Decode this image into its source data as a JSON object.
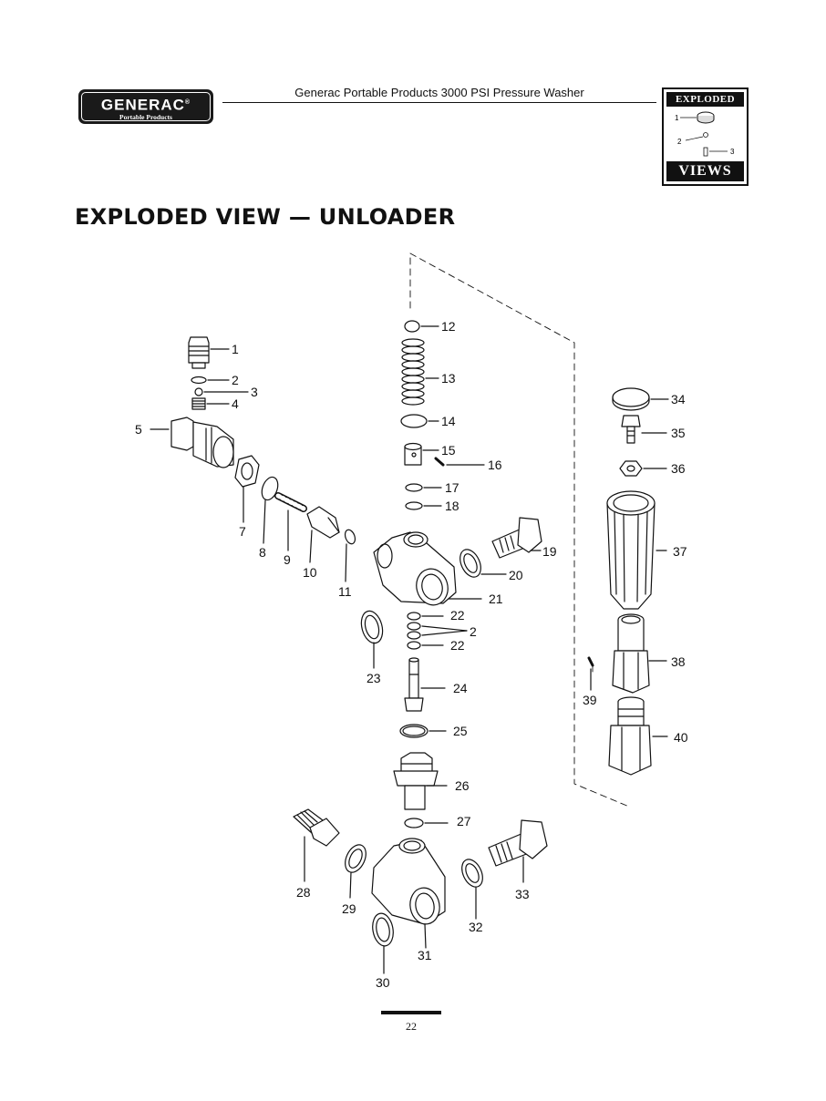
{
  "header": {
    "brand": "GENERAC",
    "brand_mark": "®",
    "brand_tagline": "Portable Products",
    "title": "Generac Portable Products 3000 PSI Pressure Washer"
  },
  "badge": {
    "top_text": "EXPLODED",
    "bottom_text": "VIEWS",
    "callouts": [
      "1",
      "2",
      "3"
    ]
  },
  "page_title": "EXPLODED VIEW — UNLOADER",
  "callouts": {
    "c1": "1",
    "c2": "2",
    "c3": "3",
    "c4": "4",
    "c5": "5",
    "c7": "7",
    "c8": "8",
    "c9": "9",
    "c10": "10",
    "c11": "11",
    "c12": "12",
    "c13": "13",
    "c14": "14",
    "c15": "15",
    "c16": "16",
    "c17": "17",
    "c18": "18",
    "c19": "19",
    "c20": "20",
    "c21": "21",
    "c22a": "22",
    "c2b": "2",
    "c22b": "22",
    "c23": "23",
    "c24": "24",
    "c25": "25",
    "c26": "26",
    "c27": "27",
    "c28": "28",
    "c29": "29",
    "c30": "30",
    "c31": "31",
    "c32": "32",
    "c33": "33",
    "c34": "34",
    "c35": "35",
    "c36": "36",
    "c37": "37",
    "c38": "38",
    "c39": "39",
    "c40": "40"
  },
  "footer": {
    "page_number": "22"
  }
}
